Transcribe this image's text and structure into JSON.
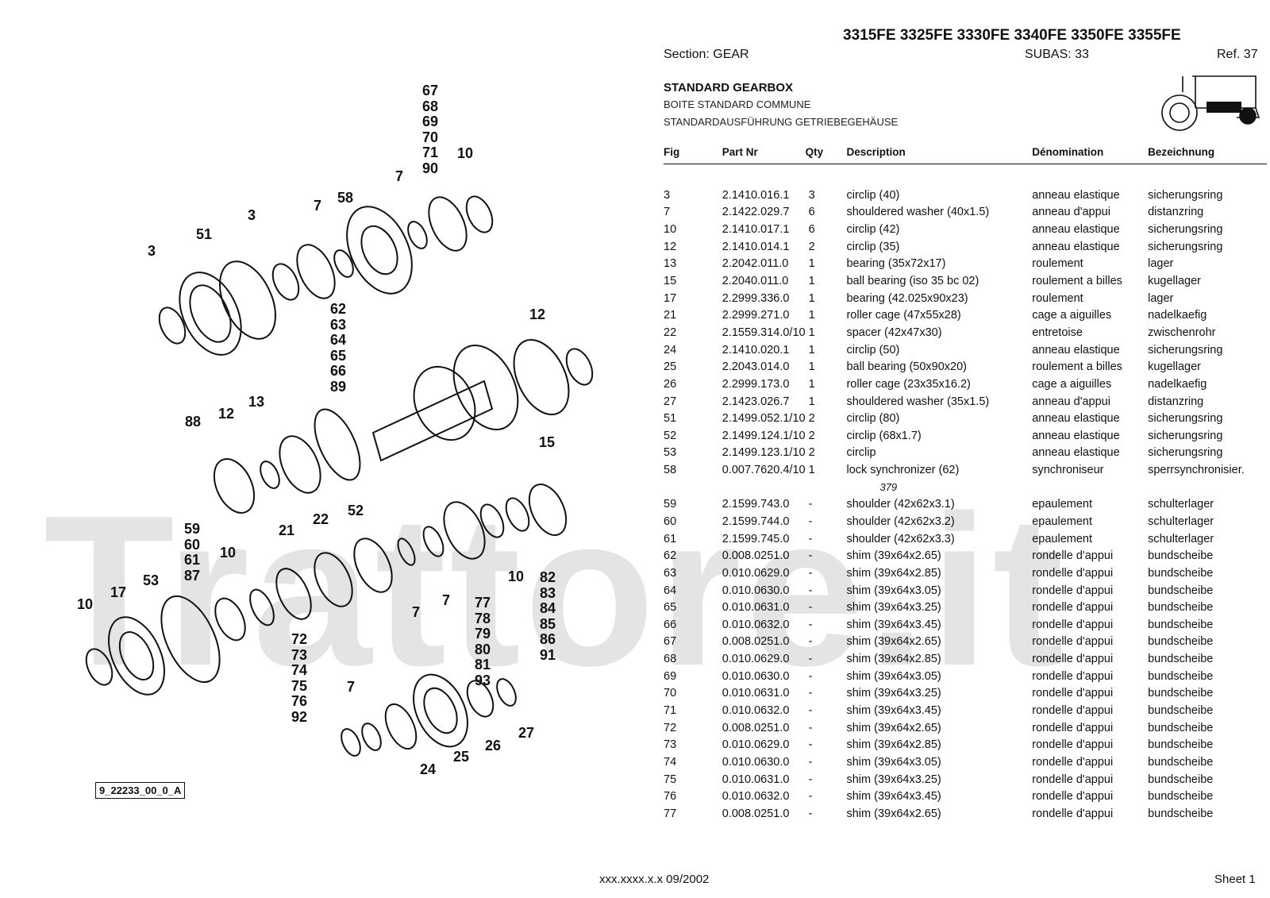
{
  "header": {
    "models": "3315FE 3325FE 3330FE 3340FE 3350FE 3355FE",
    "section": "Section: GEAR",
    "subas": "SUBAS: 33",
    "ref": "Ref. 37"
  },
  "title": {
    "en": "STANDARD GEARBOX",
    "fr": "BOITE STANDARD COMMUNE",
    "de": "STANDARDAUSFÜHRUNG GETRIEBEGEHÄUSE"
  },
  "watermark": "Trattore.it",
  "drawing_id": "9_22233_00_0_A",
  "columns": [
    "Fig",
    "Part Nr",
    "Qty",
    "Description",
    "Dénomination",
    "Bezeichnung"
  ],
  "rows": [
    [
      "3",
      "2.1410.016.1",
      "3",
      "circlip (40)",
      "anneau elastique",
      "sicherungsring"
    ],
    [
      "7",
      "2.1422.029.7",
      "6",
      "shouldered washer (40x1.5)",
      "anneau d'appui",
      "distanzring"
    ],
    [
      "10",
      "2.1410.017.1",
      "6",
      "circlip (42)",
      "anneau elastique",
      "sicherungsring"
    ],
    [
      "12",
      "2.1410.014.1",
      "2",
      "circlip (35)",
      "anneau elastique",
      "sicherungsring"
    ],
    [
      "13",
      "2.2042.011.0",
      "1",
      "bearing (35x72x17)",
      "roulement",
      "lager"
    ],
    [
      "15",
      "2.2040.011.0",
      "1",
      "ball bearing (iso 35 bc 02)",
      "roulement a billes",
      "kugellager"
    ],
    [
      "17",
      "2.2999.336.0",
      "1",
      "bearing (42.025x90x23)",
      "roulement",
      "lager"
    ],
    [
      "21",
      "2.2999.271.0",
      "1",
      "roller cage (47x55x28)",
      "cage a aiguilles",
      "nadelkaefig"
    ],
    [
      "22",
      "2.1559.314.0/10",
      "1",
      "spacer (42x47x30)",
      "entretoise",
      "zwischenrohr"
    ],
    [
      "24",
      "2.1410.020.1",
      "1",
      "circlip (50)",
      "anneau elastique",
      "sicherungsring"
    ],
    [
      "25",
      "2.2043.014.0",
      "1",
      "ball bearing (50x90x20)",
      "roulement a billes",
      "kugellager"
    ],
    [
      "26",
      "2.2999.173.0",
      "1",
      "roller cage (23x35x16.2)",
      "cage a aiguilles",
      "nadelkaefig"
    ],
    [
      "27",
      "2.1423.026.7",
      "1",
      "shouldered washer (35x1.5)",
      "anneau d'appui",
      "distanzring"
    ],
    [
      "51",
      "2.1499.052.1/10",
      "2",
      "circlip (80)",
      "anneau elastique",
      "sicherungsring"
    ],
    [
      "52",
      "2.1499.124.1/10",
      "2",
      "circlip (68x1.7)",
      "anneau elastique",
      "sicherungsring"
    ],
    [
      "53",
      "2.1499.123.1/10",
      "2",
      "circlip",
      "anneau elastique",
      "sicherungsring"
    ],
    [
      "58",
      "0.007.7620.4/10",
      "1",
      "lock synchronizer (62)",
      "synchroniseur",
      "sperrsynchronisier."
    ],
    [
      "",
      "",
      "",
      "379",
      "",
      ""
    ],
    [
      "59",
      "2.1599.743.0",
      "-",
      "shoulder (42x62x3.1)",
      "epaulement",
      "schulterlager"
    ],
    [
      "60",
      "2.1599.744.0",
      "-",
      "shoulder (42x62x3.2)",
      "epaulement",
      "schulterlager"
    ],
    [
      "61",
      "2.1599.745.0",
      "-",
      "shoulder (42x62x3.3)",
      "epaulement",
      "schulterlager"
    ],
    [
      "62",
      "0.008.0251.0",
      "-",
      "shim (39x64x2.65)",
      "rondelle d'appui",
      "bundscheibe"
    ],
    [
      "63",
      "0.010.0629.0",
      "-",
      "shim (39x64x2.85)",
      "rondelle d'appui",
      "bundscheibe"
    ],
    [
      "64",
      "0.010.0630.0",
      "-",
      "shim (39x64x3.05)",
      "rondelle d'appui",
      "bundscheibe"
    ],
    [
      "65",
      "0.010.0631.0",
      "-",
      "shim (39x64x3.25)",
      "rondelle d'appui",
      "bundscheibe"
    ],
    [
      "66",
      "0.010.0632.0",
      "-",
      "shim (39x64x3.45)",
      "rondelle d'appui",
      "bundscheibe"
    ],
    [
      "67",
      "0.008.0251.0",
      "-",
      "shim (39x64x2.65)",
      "rondelle d'appui",
      "bundscheibe"
    ],
    [
      "68",
      "0.010.0629.0",
      "-",
      "shim (39x64x2.85)",
      "rondelle d'appui",
      "bundscheibe"
    ],
    [
      "69",
      "0.010.0630.0",
      "-",
      "shim (39x64x3.05)",
      "rondelle d'appui",
      "bundscheibe"
    ],
    [
      "70",
      "0.010.0631.0",
      "-",
      "shim (39x64x3.25)",
      "rondelle d'appui",
      "bundscheibe"
    ],
    [
      "71",
      "0.010.0632.0",
      "-",
      "shim (39x64x3.45)",
      "rondelle d'appui",
      "bundscheibe"
    ],
    [
      "72",
      "0.008.0251.0",
      "-",
      "shim (39x64x2.65)",
      "rondelle d'appui",
      "bundscheibe"
    ],
    [
      "73",
      "0.010.0629.0",
      "-",
      "shim (39x64x2.85)",
      "rondelle d'appui",
      "bundscheibe"
    ],
    [
      "74",
      "0.010.0630.0",
      "-",
      "shim (39x64x3.05)",
      "rondelle d'appui",
      "bundscheibe"
    ],
    [
      "75",
      "0.010.0631.0",
      "-",
      "shim (39x64x3.25)",
      "rondelle d'appui",
      "bundscheibe"
    ],
    [
      "76",
      "0.010.0632.0",
      "-",
      "shim (39x64x3.45)",
      "rondelle d'appui",
      "bundscheibe"
    ],
    [
      "77",
      "0.008.0251.0",
      "-",
      "shim (39x64x2.65)",
      "rondelle d'appui",
      "bundscheibe"
    ]
  ],
  "callouts": {
    "stack_top": "67\n68\n69\n70\n71\n90",
    "stack_62": "62\n63\n64\n65\n66\n89",
    "stack_59": "59\n60\n61\n87",
    "stack_72": "72\n73\n74\n75\n76\n92",
    "stack_77": "77\n78\n79\n80\n81\n93",
    "stack_82": "82\n83\n84\n85\n86\n91",
    "n3a": "3",
    "n3b": "3",
    "n51": "51",
    "n7a": "7",
    "n58": "58",
    "n7b": "7",
    "n10a": "10",
    "n12a": "12",
    "n13": "13",
    "n88": "88",
    "n12b": "12",
    "n52": "52",
    "n15": "15",
    "n21": "21",
    "n22": "22",
    "n10b": "10",
    "n10c": "10",
    "n17": "17",
    "n53": "53",
    "n10d": "10",
    "n7c": "7",
    "n7d": "7",
    "n7e": "7",
    "n24": "24",
    "n25": "25",
    "n26": "26",
    "n27": "27"
  },
  "footer": {
    "code": "xxx.xxxx.x.x  09/2002",
    "sheet": "Sheet 1"
  }
}
